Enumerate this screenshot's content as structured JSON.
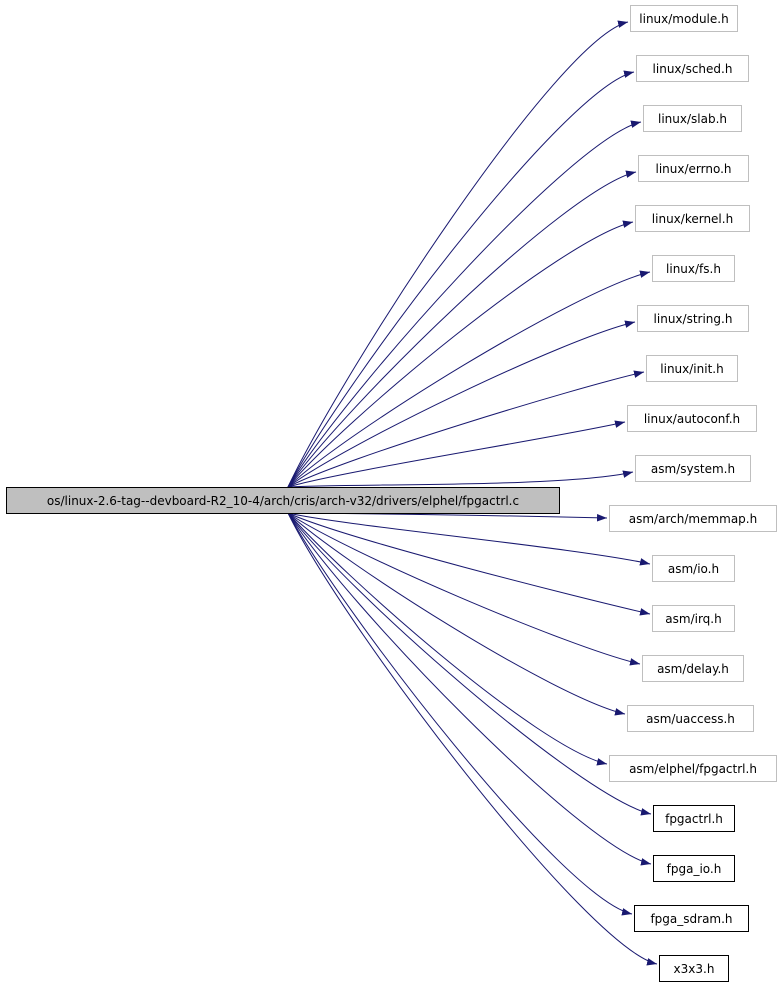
{
  "source": {
    "label": "os/linux-2.6-tag--devboard-R2_10-4/arch/cris/arch-v32/drivers/elphel/fpgactrl.c",
    "fill": "#bfbfbf",
    "border": "#000000"
  },
  "edge_color": "#191970",
  "includes": [
    {
      "label": "linux/module.h",
      "documented": false
    },
    {
      "label": "linux/sched.h",
      "documented": false
    },
    {
      "label": "linux/slab.h",
      "documented": false
    },
    {
      "label": "linux/errno.h",
      "documented": false
    },
    {
      "label": "linux/kernel.h",
      "documented": false
    },
    {
      "label": "linux/fs.h",
      "documented": false
    },
    {
      "label": "linux/string.h",
      "documented": false
    },
    {
      "label": "linux/init.h",
      "documented": false
    },
    {
      "label": "linux/autoconf.h",
      "documented": false
    },
    {
      "label": "asm/system.h",
      "documented": false
    },
    {
      "label": "asm/arch/memmap.h",
      "documented": false
    },
    {
      "label": "asm/io.h",
      "documented": false
    },
    {
      "label": "asm/irq.h",
      "documented": false
    },
    {
      "label": "asm/delay.h",
      "documented": false
    },
    {
      "label": "asm/uaccess.h",
      "documented": false
    },
    {
      "label": "asm/elphel/fpgactrl.h",
      "documented": false
    },
    {
      "label": "fpgactrl.h",
      "documented": true
    },
    {
      "label": "fpga_io.h",
      "documented": true
    },
    {
      "label": "fpga_sdram.h",
      "documented": true
    },
    {
      "label": "x3x3.h",
      "documented": true
    }
  ]
}
